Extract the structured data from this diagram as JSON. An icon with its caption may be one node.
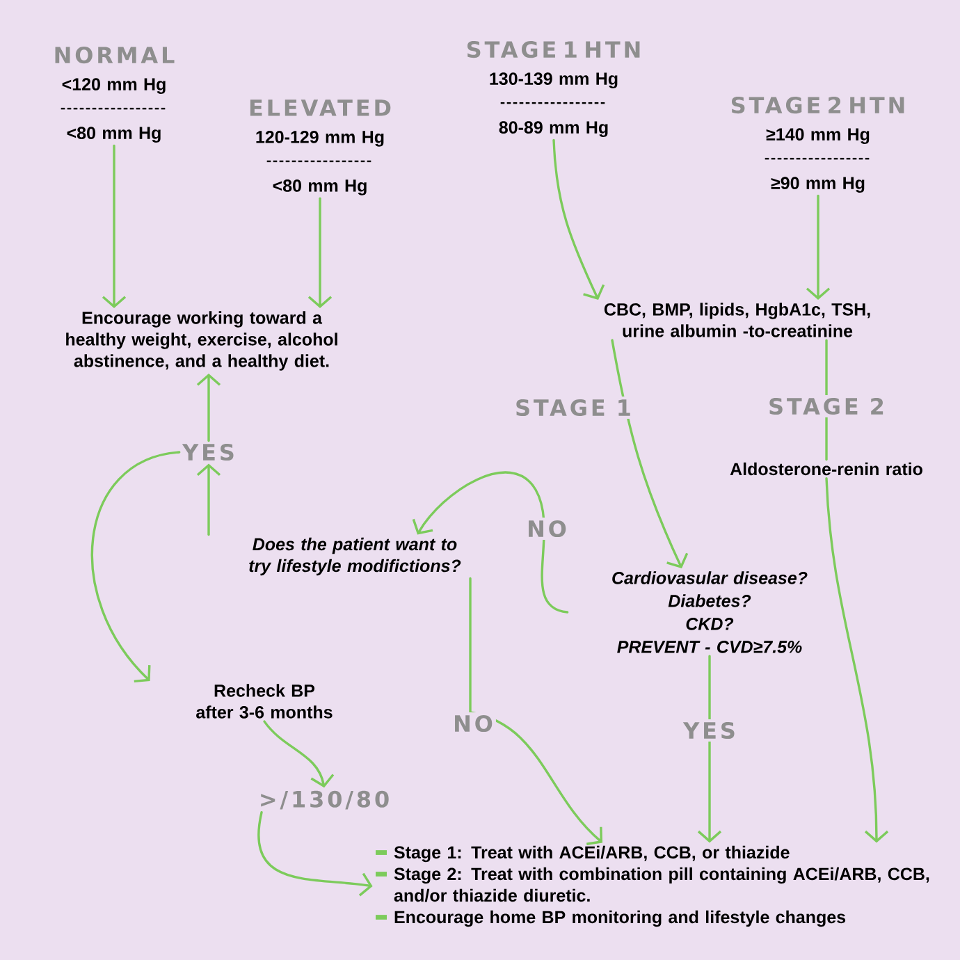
{
  "diagram": {
    "nodes": [
      {
        "text": [
          "NORMAL",
          "<120 mm  Hg",
          "<80 mm Hg"
        ]
      },
      {
        "text": [
          "ELEVATED",
          "120-129 mm  Hg",
          "<80 mm Hg"
        ]
      },
      {
        "text": [
          "STAGE 1 HTN",
          "130-139 mm  Hg",
          "80-89 mm Hg"
        ]
      },
      {
        "text": [
          "STAGE 2 HTN",
          "≥140 mm  Hg",
          "≥90 mm Hg"
        ]
      },
      {
        "text": [
          "Encourage working toward a healthy weight, exercise, alcohol abstinence, and a healthy diet."
        ]
      },
      {
        "text": [
          "CBC, BMP, lipids, HgbA1c, TSH, urine albumin -to-creatinine"
        ]
      },
      {
        "text": [
          "YES"
        ]
      },
      {
        "text": [
          "Aldosterone-renin ratio"
        ]
      },
      {
        "text": [
          "Does the patient want to try lifestyle modifictions?"
        ]
      },
      {
        "text": [
          "Cardiovasular disease?",
          "Diabetes?",
          "CKD?",
          "PREVENT - CVD≥7.5%"
        ]
      },
      {
        "text": [
          "Recheck BP after 3-6 months"
        ]
      },
      {
        "text": [
          ">/130/80"
        ]
      },
      {
        "text": [
          "Stage 1: Treat with ACEi/ARB, CCB, or thiazide",
          "Stage 2: Treat with combination pill containing ACEi/ARB, CCB, and/or thiazide diuretic.",
          "Encourage home BP monitoring and lifestyle changes"
        ]
      }
    ],
    "edges": [
      {
        "from": 0,
        "to": 4,
        "arrow": "to"
      },
      {
        "from": 1,
        "to": 4,
        "arrow": "to"
      },
      {
        "from": 2,
        "to": 5,
        "arrow": "to"
      },
      {
        "from": 3,
        "to": 5,
        "arrow": "to"
      },
      {
        "from": 5,
        "to": 9,
        "arrow": "to",
        "label": "STAGE 1"
      },
      {
        "from": 5,
        "to": 7,
        "arrow": "none",
        "label": "STAGE 2"
      },
      {
        "from": 9,
        "to": 8,
        "arrow": "to",
        "label": "NO"
      },
      {
        "from": 8,
        "to": 6,
        "arrow": "to"
      },
      {
        "from": 6,
        "to": 4,
        "arrow": "to"
      },
      {
        "from": 6,
        "to": 10,
        "arrow": "to"
      },
      {
        "from": 10,
        "to": 11,
        "arrow": "to"
      },
      {
        "from": 11,
        "to": 12,
        "arrow": "to"
      },
      {
        "from": 8,
        "to": 12,
        "arrow": "to",
        "label": "NO"
      },
      {
        "from": 9,
        "to": 12,
        "arrow": "to",
        "label": "YES"
      },
      {
        "from": 7,
        "to": 12,
        "arrow": "to"
      }
    ]
  }
}
